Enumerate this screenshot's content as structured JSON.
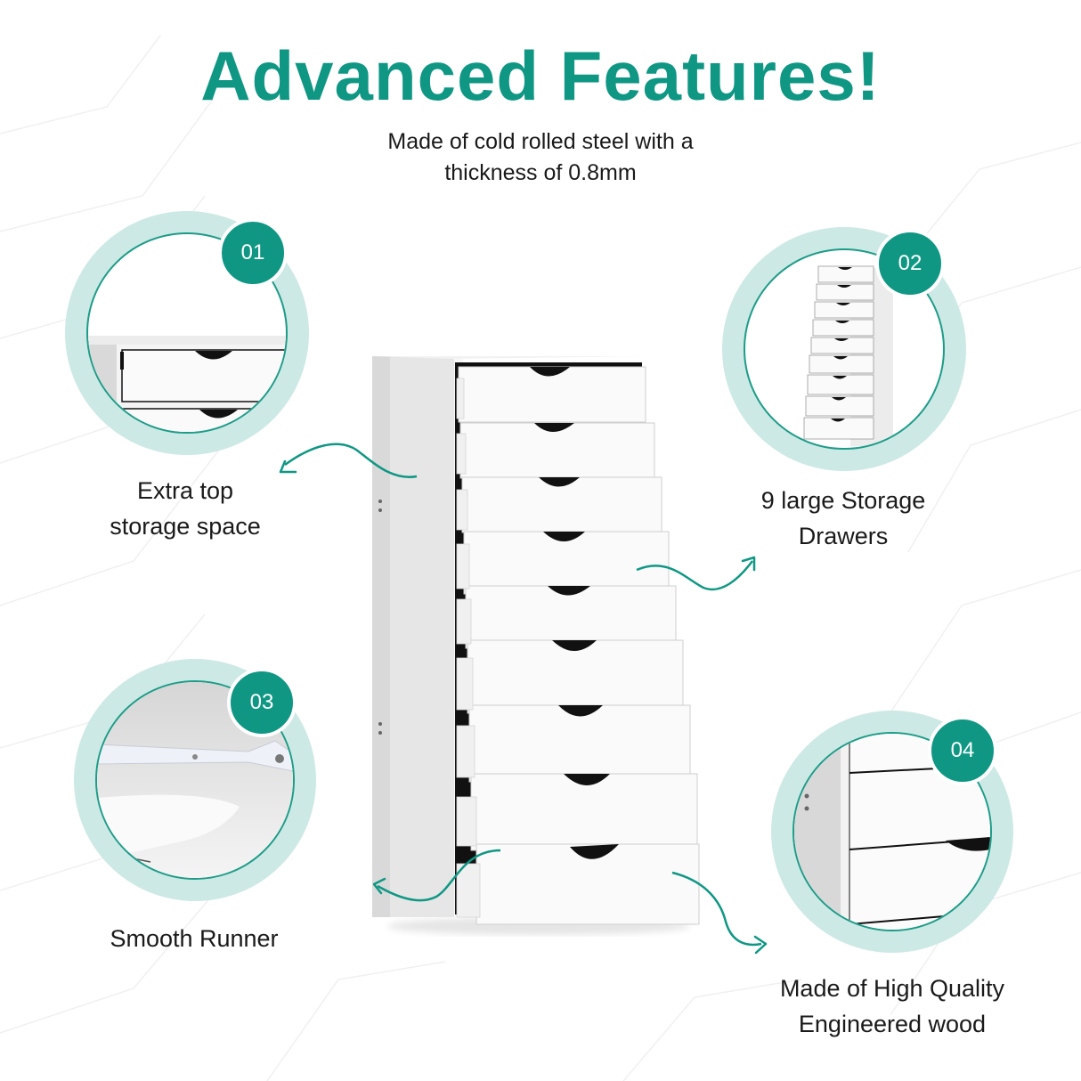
{
  "header": {
    "title": "Advanced Features!",
    "subtitle_line1": "Made of cold rolled steel with a",
    "subtitle_line2": "thickness of 0.8mm"
  },
  "features": [
    {
      "badge": "01",
      "label_line1": "Extra top",
      "label_line2": "storage space",
      "icon": "top-storage-closeup"
    },
    {
      "badge": "02",
      "label_line1": "9 large Storage",
      "label_line2": "Drawers",
      "icon": "cabinet-full-view"
    },
    {
      "badge": "03",
      "label_line1": "Smooth Runner",
      "label_line2": "",
      "icon": "drawer-runner-closeup"
    },
    {
      "badge": "04",
      "label_line1": "Made of High Quality",
      "label_line2": "Engineered wood",
      "icon": "wood-panel-closeup"
    }
  ],
  "product": {
    "drawer_count": 9,
    "color": "white"
  },
  "colors": {
    "accent": "#0F9784",
    "ring": "#CDE9E5",
    "text": "#1a1a1a",
    "background": "#ffffff"
  }
}
